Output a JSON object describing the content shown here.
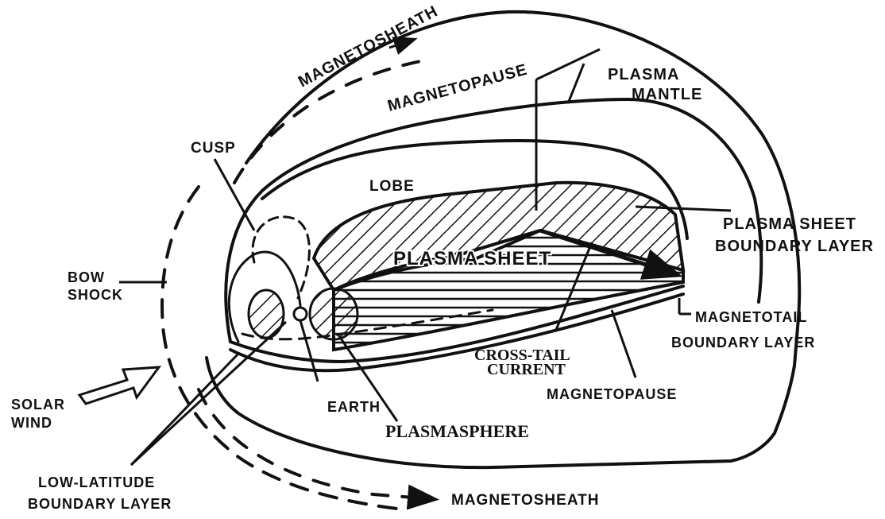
{
  "labels": {
    "magnetosheath_top": "MAGNETOSHEATH",
    "magnetopause_top": "MAGNETOPAUSE",
    "plasma_mantle_1": "PLASMA",
    "plasma_mantle_2": "MANTLE",
    "cusp": "CUSP",
    "lobe": "LOBE",
    "plasma_sheet_boundary_1": "PLASMA SHEET",
    "plasma_sheet_boundary_2": "BOUNDARY LAYER",
    "plasma_sheet": "PLASMA  SHEET",
    "bow_shock_1": "BOW",
    "bow_shock_2": "SHOCK",
    "magnetotail_boundary_1": "MAGNETOTAIL",
    "magnetotail_boundary_2": "BOUNDARY LAYER",
    "cross_tail_1": "CROSS-TAIL",
    "cross_tail_2": "CURRENT",
    "solar_wind_1": "SOLAR",
    "solar_wind_2": "WIND",
    "earth": "EARTH",
    "magnetopause_bottom": "MAGNETOPAUSE",
    "plasmasphere": "PLASMASPHERE",
    "low_latitude_1": "LOW-LATITUDE",
    "low_latitude_2": "BOUNDARY LAYER",
    "magnetosheath_bottom": "MAGNETOSHEATH"
  },
  "colors": {
    "ink": "#111111",
    "paper": "#ffffff"
  }
}
